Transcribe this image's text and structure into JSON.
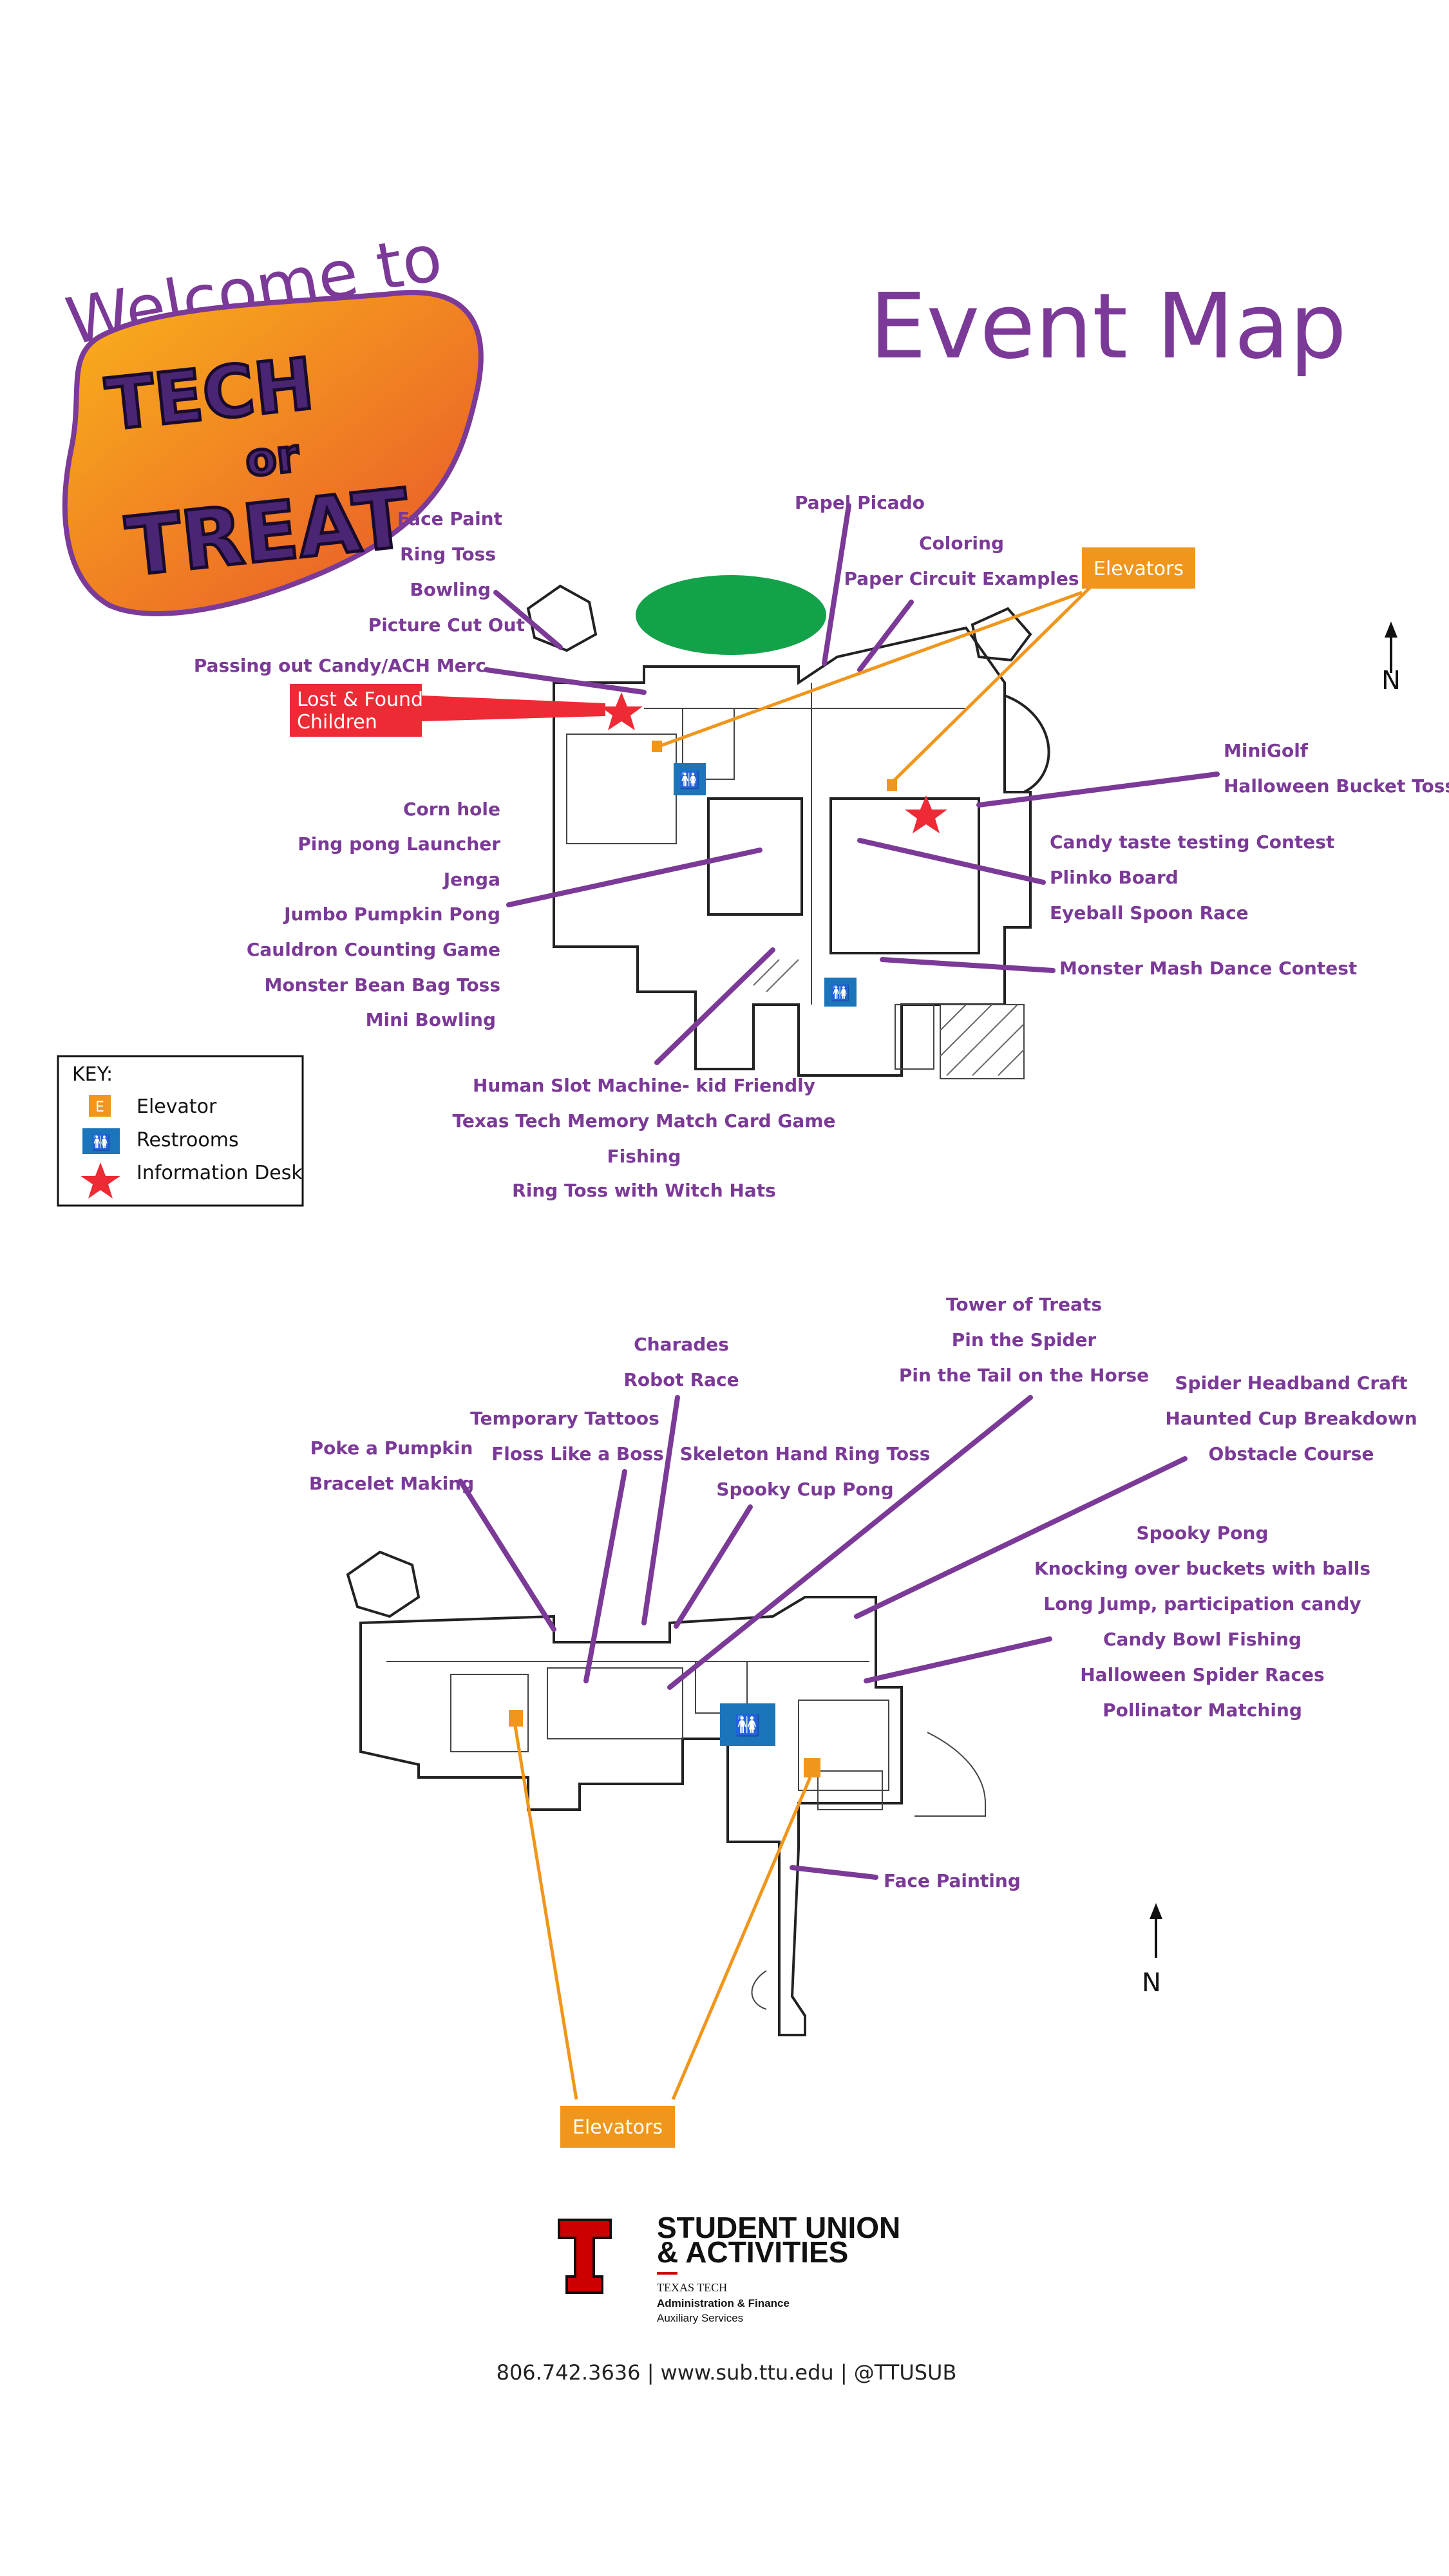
{
  "header": {
    "welcome": "Welcome to",
    "logo_text": [
      "TECH",
      "or",
      "TREAT"
    ],
    "title": "Event Map"
  },
  "floor1": {
    "top_labels": {
      "papel_picado": "Papel Picado",
      "coloring": "Coloring",
      "paper_circuit": "Paper Circuit Examples",
      "elevators": "Elevators"
    },
    "left_group_a": [
      "Face Paint",
      "Ring Toss",
      "Bowling",
      "Picture Cut Out"
    ],
    "candy": "Passing out Candy/ACH Merc",
    "lost_found": [
      "Lost & Found",
      "Children"
    ],
    "left_group_b": [
      "Corn hole",
      "Ping pong Launcher",
      "Jenga",
      "Jumbo Pumpkin Pong",
      "Cauldron Counting Game",
      "Monster Bean Bag Toss",
      "Mini Bowling"
    ],
    "right_a": [
      "MiniGolf",
      "Halloween Bucket Toss"
    ],
    "right_b": [
      "Candy taste testing Contest",
      "Plinko Board",
      "Eyeball Spoon Race"
    ],
    "monster_mash": "Monster Mash Dance Contest",
    "bottom_group": [
      "Human Slot Machine- kid Friendly",
      "Texas Tech Memory Match Card Game",
      "Fishing",
      "Ring Toss with Witch Hats"
    ],
    "north": "N"
  },
  "key": {
    "title": "KEY:",
    "items": [
      {
        "icon": "elevator-icon",
        "glyph": "E",
        "label": "Elevator",
        "color": "#f0961c"
      },
      {
        "icon": "restroom-icon",
        "glyph": "",
        "label": "Restrooms",
        "color": "#1b75bb"
      },
      {
        "icon": "star-icon",
        "glyph": "",
        "label": "Information Desk",
        "color": "#ee2a34"
      }
    ]
  },
  "floor2": {
    "tower": [
      "Tower of Treats",
      "Pin the Spider",
      "Pin the Tail on the Horse"
    ],
    "charades": [
      "Charades",
      "Robot Race"
    ],
    "tattoos": [
      "Temporary Tattoos",
      "Floss Like a Boss"
    ],
    "pumpkin": [
      "Poke a Pumpkin",
      "Bracelet Making"
    ],
    "skeleton": [
      "Skeleton Hand Ring Toss",
      "Spooky Cup Pong"
    ],
    "spider": [
      "Spider Headband Craft",
      "Haunted Cup Breakdown",
      "Obstacle Course"
    ],
    "spooky": [
      "Spooky Pong",
      "Knocking over buckets with balls",
      "Long Jump, participation candy",
      "Candy Bowl Fishing",
      "Halloween Spider Races",
      "Pollinator Matching"
    ],
    "face_painting": "Face Painting",
    "elevators": "Elevators",
    "north": "N"
  },
  "footer": {
    "org_line1": "STUDENT UNION",
    "org_line2": "& ACTIVITIES",
    "texas_tech": "TEXAS TECH",
    "admin": "Administration & Finance",
    "aux": "Auxiliary Services",
    "contact": "806.742.3636  |  www.sub.ttu.edu  |  @TTUSUB"
  },
  "colors": {
    "purple": "#7b3a97",
    "orange": "#f0961c",
    "blue": "#1b75bb",
    "red": "#ee2a34",
    "green": "#13a24a"
  }
}
